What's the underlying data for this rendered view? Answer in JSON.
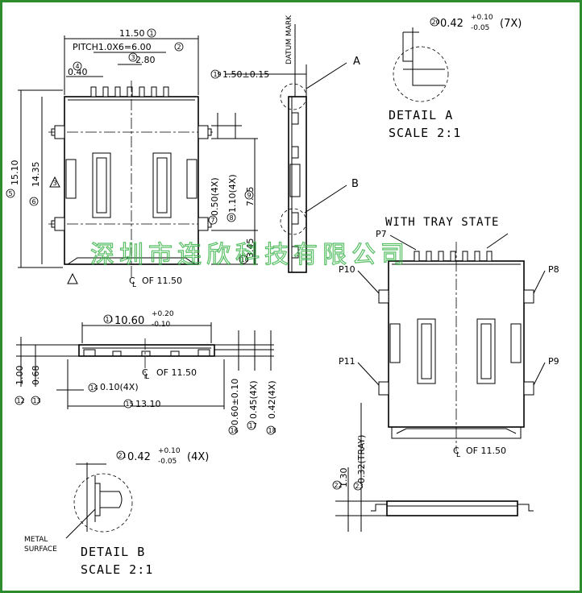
{
  "labels": {
    "width_overall": "11.50",
    "pitch": "PITCH1.0X6=6.00",
    "pin_span": "2.80",
    "pin_width": "0.40",
    "datum_mark": "DATUM MARK",
    "datum_a": "A",
    "datum_b": "B",
    "offset_top": "1.50±0.15",
    "height_overall": "15.10",
    "height_body": "14.35",
    "pad_w": "0.50(4X)",
    "pad_spacing": "1.10(4X)",
    "height_pad": "7.65",
    "bottom_gap": "3.45",
    "center_line_1": "C",
    "center_line_1_sub": "L",
    "center_line_1_label": "OF 11.50",
    "detail_a_tol": "0.42",
    "detail_a_tol_plus": "+0.10",
    "detail_a_tol_minus": "-0.05",
    "detail_a_count": "(7X)",
    "detail_a_title": "DETAIL A",
    "detail_a_scale": "SCALE 2:1",
    "with_tray": "WITH TRAY STATE",
    "p7": "P7",
    "p8": "P8",
    "p9": "P9",
    "p10": "P10",
    "p11": "P11",
    "side_width": "10.60",
    "side_width_plus": "+0.20",
    "side_width_minus": "-0.10",
    "side_h1": "1.00",
    "side_h2": "0.68",
    "side_cl": "C",
    "side_cl_sub": "L",
    "side_cl_label": "OF 11.50",
    "side_pad": "0.10(4X)",
    "side_total": "13.10",
    "side_t1": "0.60±0.10",
    "side_t2": "0.45(4X)",
    "side_t3": "0.42(4X)",
    "detail_b_tol": "0.42",
    "detail_b_tol_plus": "+0.10",
    "detail_b_tol_minus": "-0.05",
    "detail_b_count": "(4X)",
    "metal_surface_1": "METAL",
    "metal_surface_2": "SURFACE",
    "detail_b_title": "DETAIL B",
    "detail_b_scale": "SCALE 2:1",
    "tray_h1": "1.30",
    "tray_h2": "0.32(TRAY)",
    "tray_cl": "C",
    "tray_cl_sub": "L",
    "tray_cl_label": "OF 11.50",
    "watermark": "深圳市连欣科技有限公司",
    "flag_mark": "3"
  },
  "balloons": {
    "b1": "1",
    "b2": "2",
    "b3": "3",
    "b4": "4",
    "b5": "5",
    "b6": "6",
    "b7": "7",
    "b8": "8",
    "b9": "9",
    "b10": "10",
    "b11": "11",
    "b12": "12",
    "b13": "13",
    "b14": "14",
    "b15": "15",
    "b16": "16",
    "b17": "17",
    "b18": "18",
    "b19": "19",
    "b20": "20",
    "b21": "21",
    "b22": "22",
    "b23": "23"
  },
  "colors": {
    "frame": "#2e8b2e",
    "watermark": "#3cb44b",
    "line": "#000000"
  }
}
